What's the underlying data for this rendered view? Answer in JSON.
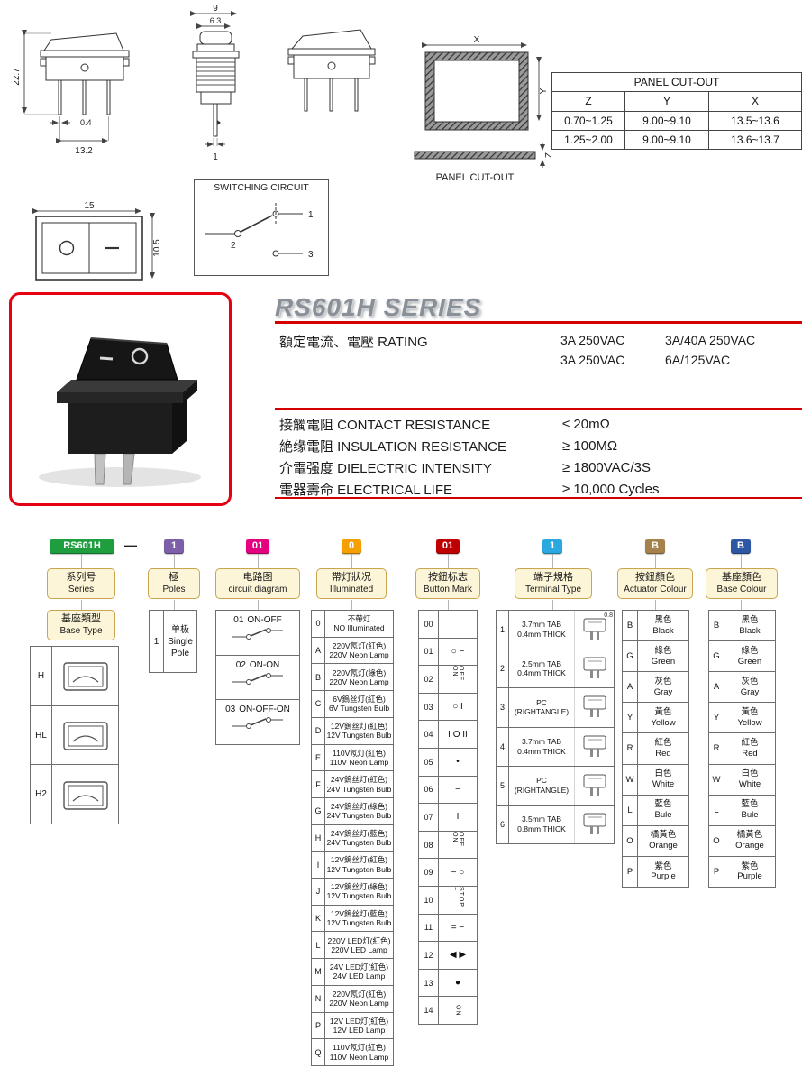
{
  "drawings": {
    "front": {
      "height": "22.7",
      "pin_width": "0.4",
      "pin_pitch": "13.2"
    },
    "profile": {
      "width": "9",
      "button": "6.3",
      "pin": "1"
    },
    "face": {
      "width": "15",
      "height": "10.5"
    },
    "cutout": {
      "x": "X",
      "y": "Y",
      "z": "Z",
      "caption": "PANEL CUT-OUT"
    },
    "circuit_box": {
      "title": "SWITCHING CIRCUIT",
      "t1": "1",
      "t2": "2",
      "t3": "3"
    },
    "panel_table": {
      "title": "PANEL CUT-OUT",
      "headers": [
        "Z",
        "Y",
        "X"
      ],
      "rows": [
        [
          "0.70~1.25",
          "9.00~9.10",
          "13.5~13.6"
        ],
        [
          "1.25~2.00",
          "9.00~9.10",
          "13.6~13.7"
        ]
      ]
    }
  },
  "series_info": {
    "title": "RS601H SERIES",
    "accent_color": "#d40000",
    "rating_label": "額定電流、電壓 RATING",
    "rating_line1": [
      "3A 250VAC",
      "3A/40A 250VAC"
    ],
    "rating_line2": [
      "3A 250VAC",
      "6A/125VAC"
    ],
    "specs": [
      {
        "label": "接觸電阻 CONTACT RESISTANCE",
        "value": "≤ 20mΩ"
      },
      {
        "label": "絶缘電阻 INSULATION RESISTANCE",
        "value": "≥ 100MΩ"
      },
      {
        "label": "介電强度 DIELECTRIC INTENSITY",
        "value": "≥ 1800VAC/3S"
      },
      {
        "label": "電器壽命 ELECTRICAL LIFE",
        "value": "≥ 10,000 Cycles"
      }
    ]
  },
  "ordering": {
    "separator": "—",
    "badges": [
      {
        "text": "RS601H",
        "color": "#1e9e3e"
      },
      {
        "text": "1",
        "color": "#7d5fa9"
      },
      {
        "text": "01",
        "color": "#e4007f"
      },
      {
        "text": "0",
        "color": "#f5a000"
      },
      {
        "text": "01",
        "color": "#bf0000"
      },
      {
        "text": "1",
        "color": "#2aa9e0"
      },
      {
        "text": "B",
        "color": "#a5824b"
      },
      {
        "text": "B",
        "color": "#2d56a5"
      }
    ],
    "categories": [
      {
        "cn": "系列号",
        "en": "Series"
      },
      {
        "cn": "極",
        "en": "Poles"
      },
      {
        "cn": "电路图",
        "en": "circuit diagram"
      },
      {
        "cn": "帶灯狀况",
        "en": "Illuminated"
      },
      {
        "cn": "按鈕标志",
        "en": "Button Mark"
      },
      {
        "cn": "端子規格",
        "en": "Terminal Type"
      },
      {
        "cn": "按鈕顏色",
        "en": "Actuator Colour"
      },
      {
        "cn": "基座顏色",
        "en": "Base Colour"
      }
    ],
    "base_type": {
      "cn": "基座類型",
      "en": "Base Type"
    },
    "series_rows": [
      {
        "code": "H"
      },
      {
        "code": "HL"
      },
      {
        "code": "H2"
      }
    ],
    "poles": {
      "code": "1",
      "cn": "单极",
      "en": "Single Pole"
    },
    "circuits": [
      {
        "code": "01",
        "label": "ON-OFF"
      },
      {
        "code": "02",
        "label": "ON-ON"
      },
      {
        "code": "03",
        "label": "ON-OFF-ON"
      }
    ],
    "illuminated": [
      {
        "code": "0",
        "cn": "不帶灯",
        "en": "NO Illuminated"
      },
      {
        "code": "A",
        "cn": "220V氖灯(紅色)",
        "en": "220V Neon Lamp"
      },
      {
        "code": "B",
        "cn": "220V氖灯(綠色)",
        "en": "220V Neon Lamp"
      },
      {
        "code": "C",
        "cn": "6V鎢丝灯(紅色)",
        "en": "6V Tungsten Bulb"
      },
      {
        "code": "D",
        "cn": "12V鎢丝灯(紅色)",
        "en": "12V Tungsten Bulb"
      },
      {
        "code": "E",
        "cn": "110V氖灯(紅色)",
        "en": "110V Neon Lamp"
      },
      {
        "code": "F",
        "cn": "24V鎢丝灯(紅色)",
        "en": "24V Tungsten Bulb"
      },
      {
        "code": "G",
        "cn": "24V鎢丝灯(綠色)",
        "en": "24V Tungsten Bulb"
      },
      {
        "code": "H",
        "cn": "24V鎢丝灯(藍色)",
        "en": "24V Tungsten Bulb"
      },
      {
        "code": "I",
        "cn": "12V鎢丝灯(紅色)",
        "en": "12V Tungsten Bulb"
      },
      {
        "code": "J",
        "cn": "12V鎢丝灯(綠色)",
        "en": "12V Tungsten Bulb"
      },
      {
        "code": "K",
        "cn": "12V鎢丝灯(藍色)",
        "en": "12V Tungsten Bulb"
      },
      {
        "code": "L",
        "cn": "220V LED灯(紅色)",
        "en": "220V LED Lamp"
      },
      {
        "code": "M",
        "cn": "24V LED灯(紅色)",
        "en": "24V LED Lamp"
      },
      {
        "code": "N",
        "cn": "220V氖灯(紅色)",
        "en": "220V Neon Lamp"
      },
      {
        "code": "P",
        "cn": "12V LED灯(紅色)",
        "en": "12V LED Lamp"
      },
      {
        "code": "Q",
        "cn": "110V氖灯(紅色)",
        "en": "110V Neon Lamp"
      }
    ],
    "button_marks": [
      {
        "code": "00",
        "mark": ""
      },
      {
        "code": "01",
        "mark": "○ −"
      },
      {
        "code": "02",
        "mark": "OFF ON",
        "vert": "vert"
      },
      {
        "code": "03",
        "mark": "○ I"
      },
      {
        "code": "04",
        "mark": "I O II"
      },
      {
        "code": "05",
        "mark": "•"
      },
      {
        "code": "06",
        "mark": "−"
      },
      {
        "code": "07",
        "mark": "I"
      },
      {
        "code": "08",
        "mark": "OFF ON",
        "vert": "vert"
      },
      {
        "code": "09",
        "mark": "− ○"
      },
      {
        "code": "10",
        "mark": "STOP −",
        "vert": "vert"
      },
      {
        "code": "11",
        "mark": "= −"
      },
      {
        "code": "12",
        "mark": "◀ ▶"
      },
      {
        "code": "13",
        "mark": "●"
      },
      {
        "code": "14",
        "mark": "ON",
        "vert": "vert"
      }
    ],
    "terminals": [
      {
        "code": "1",
        "line1": "3.7mm TAB",
        "line2": "0.4mm THICK",
        "dim": "0.8"
      },
      {
        "code": "2",
        "line1": "2.5mm TAB",
        "line2": "0.4mm THICK",
        "dim": ""
      },
      {
        "code": "3",
        "line1": "PC",
        "line2": "(RIGHTANGLE)",
        "dim": ""
      },
      {
        "code": "4",
        "line1": "3.7mm TAB",
        "line2": "0.4mm THICK",
        "dim": ""
      },
      {
        "code": "5",
        "line1": "PC",
        "line2": "(RIGHTANGLE)",
        "dim": ""
      },
      {
        "code": "6",
        "line1": "3.5mm TAB",
        "line2": "0.8mm THICK",
        "dim": ""
      }
    ],
    "colours": [
      {
        "code": "B",
        "cn": "黑色",
        "en": "Black"
      },
      {
        "code": "G",
        "cn": "綠色",
        "en": "Green"
      },
      {
        "code": "A",
        "cn": "灰色",
        "en": "Gray"
      },
      {
        "code": "Y",
        "cn": "黃色",
        "en": "Yellow"
      },
      {
        "code": "R",
        "cn": "紅色",
        "en": "Red"
      },
      {
        "code": "W",
        "cn": "白色",
        "en": "White"
      },
      {
        "code": "L",
        "cn": "藍色",
        "en": "Bule"
      },
      {
        "code": "O",
        "cn": "橘黃色",
        "en": "Orange"
      },
      {
        "code": "P",
        "cn": "紫色",
        "en": "Purple"
      }
    ]
  }
}
